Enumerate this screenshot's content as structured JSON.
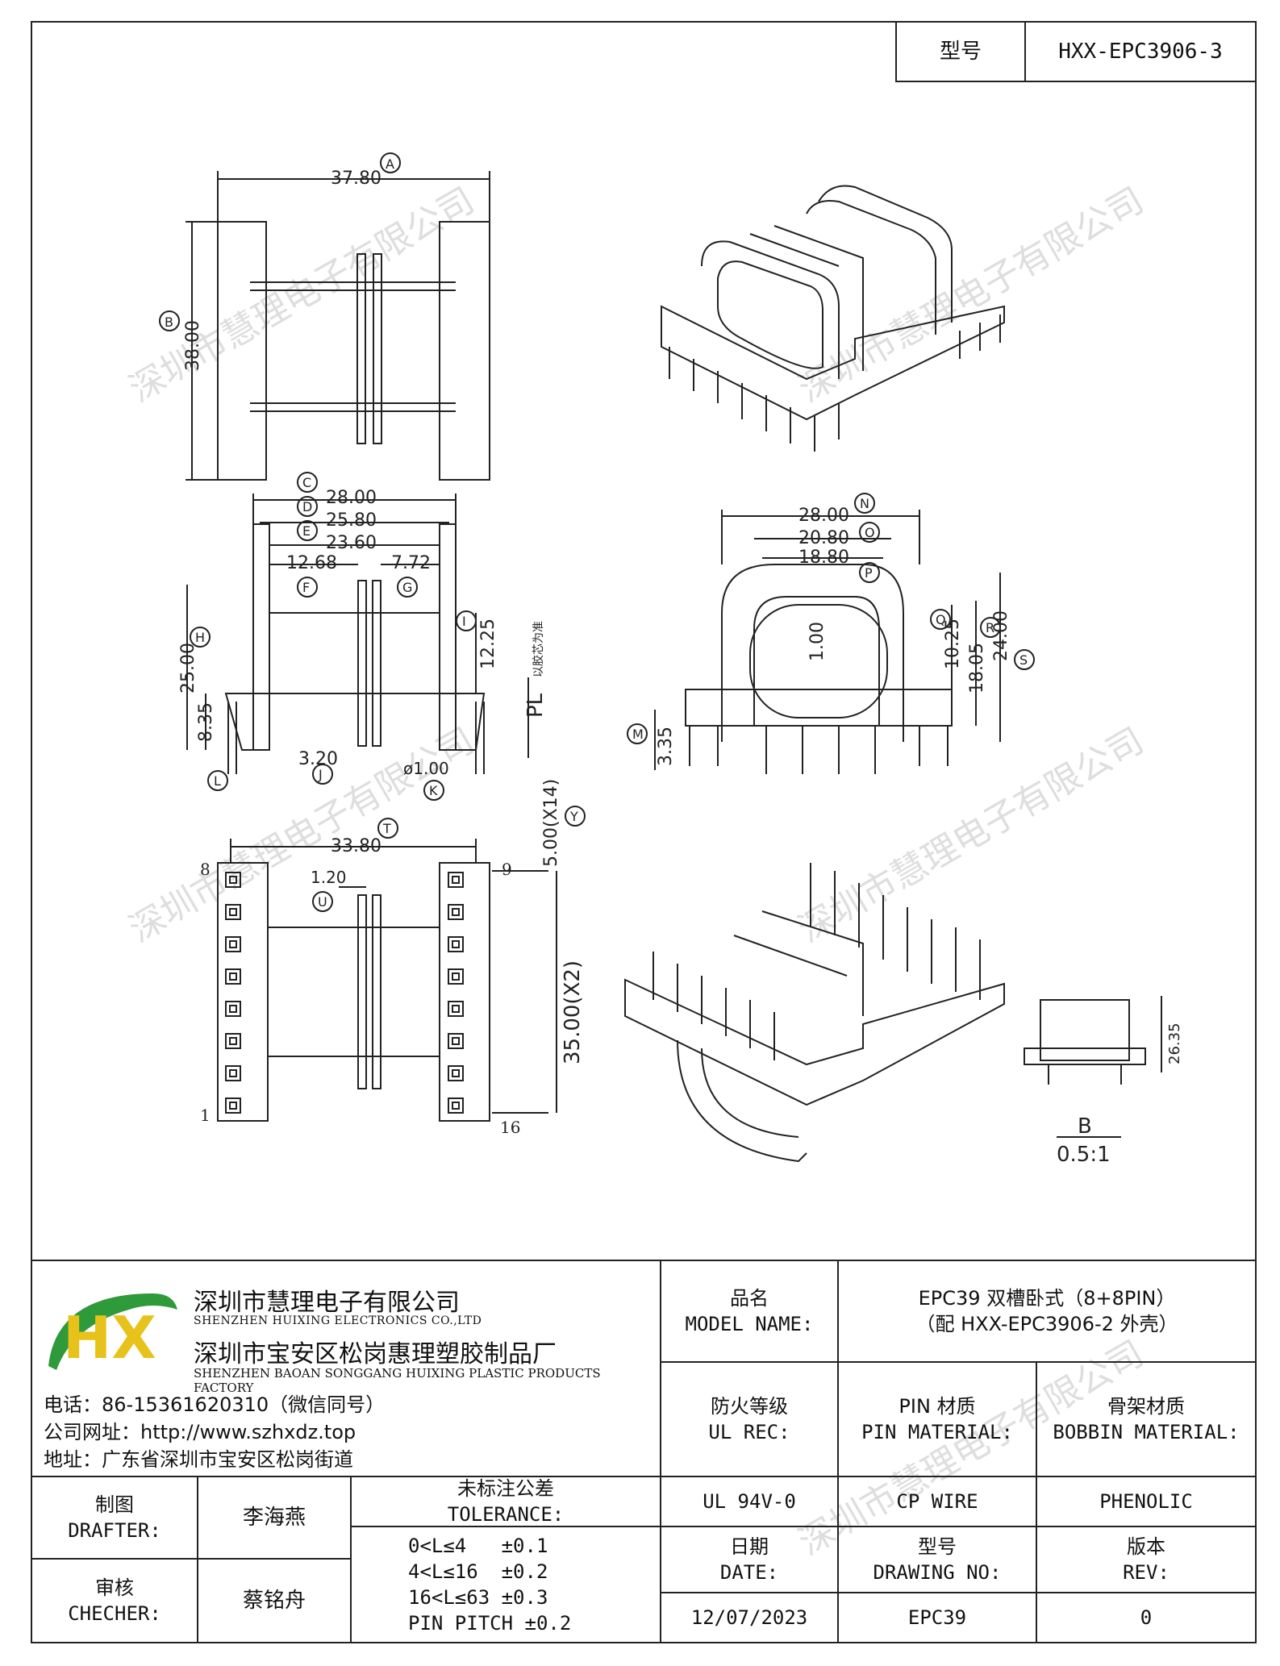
{
  "header": {
    "model_label": "型号",
    "model_value": "HXX-EPC3906-3"
  },
  "watermark": "深圳市慧理电子有限公司",
  "drawing": {
    "top_view": {
      "dim_a": "37.80",
      "mark_a": "A",
      "dim_b": "38.00",
      "mark_b": "B"
    },
    "front_view": {
      "dim_c": "28.00",
      "mark_c": "C",
      "dim_d": "25.80",
      "mark_d": "D",
      "dim_e": "23.60",
      "mark_e": "E",
      "dim_f": "12.68",
      "mark_f": "F",
      "dim_g": "7.72",
      "mark_g": "G",
      "dim_h": "25.00",
      "mark_h": "H",
      "dim_i": "12.25",
      "mark_i": "I",
      "dim_l": "8.35",
      "mark_l": "L",
      "dim_j": "3.20",
      "mark_j": "J",
      "dim_k": "ø1.00",
      "mark_k": "K",
      "pl_label": "PL",
      "pl_note": "以胶芯为准",
      "dim_y": "5.00(X14)",
      "mark_y": "Y"
    },
    "side_view": {
      "dim_n": "28.00",
      "mark_n": "N",
      "dim_o": "20.80",
      "mark_o": "O",
      "dim_o2": "18.80",
      "mark_p": "P",
      "dim_inner": "1.00",
      "dim_q": "10.25",
      "mark_q": "Q",
      "dim_r": "18.05",
      "mark_r": "R",
      "dim_s": "24.00",
      "mark_s": "S",
      "dim_m": "3.35",
      "mark_m": "M"
    },
    "bottom_view": {
      "dim_t": "33.80",
      "mark_t": "T",
      "dim_u": "1.20",
      "mark_u": "U",
      "pin_8": "8",
      "pin_9": "9",
      "pin_1": "1",
      "pin_16": "16",
      "dim_pitch": "35.00(X2)"
    },
    "detail": {
      "dim": "26.35",
      "label": "B",
      "scale": "0.5:1"
    }
  },
  "company": {
    "name_cn": "深圳市慧理电子有限公司",
    "name_en": "SHENZHEN HUIXING ELECTRONICS CO.,LTD",
    "factory_cn": "深圳市宝安区松岗惠理塑胶制品厂",
    "factory_en": "SHENZHEN BAOAN SONGGANG HUIXING PLASTIC PRODUCTS FACTORY",
    "phone": "电话：86-15361620310（微信同号）",
    "website": "公司网址：http://www.szhxdz.top",
    "address": "地址：广东省深圳市宝安区松岗街道",
    "logo_text": "HX"
  },
  "title_block": {
    "product_label_cn": "品名",
    "product_label_en": "MODEL NAME:",
    "product_value_1": "EPC39 双槽卧式（8+8PIN）",
    "product_value_2": "（配 HXX-EPC3906-2 外壳）",
    "ul_label_cn": "防火等级",
    "ul_label_en": "UL REC:",
    "pin_label_cn": "PIN 材质",
    "pin_label_en": "PIN MATERIAL:",
    "bobbin_label_cn": "骨架材质",
    "bobbin_label_en": "BOBBIN MATERIAL:",
    "ul_value": "UL 94V-0",
    "pin_value": "CP WIRE",
    "bobbin_value": "PHENOLIC",
    "drafter_label_cn": "制图",
    "drafter_label_en": "DRAFTER:",
    "drafter_value": "李海燕",
    "checker_label_cn": "审核",
    "checker_label_en": "CHECHER:",
    "checker_value": "蔡铭舟",
    "tolerance_label_cn": "未标注公差",
    "tolerance_label_en": "TOLERANCE:",
    "tolerance_lines": [
      "0<L≤4   ±0.1",
      "4<L≤16  ±0.2",
      "16<L≤63 ±0.3",
      "PIN PITCH ±0.2"
    ],
    "date_label_cn": "日期",
    "date_label_en": "DATE:",
    "drawing_no_label_cn": "型号",
    "drawing_no_label_en": "DRAWING NO:",
    "rev_label_cn": "版本",
    "rev_label_en": "REV:",
    "date_value": "12/07/2023",
    "drawing_no_value": "EPC39",
    "rev_value": "0"
  },
  "colors": {
    "logo_green": "#2e9a3a",
    "logo_yellow": "#e6c21a",
    "line": "#222222"
  }
}
